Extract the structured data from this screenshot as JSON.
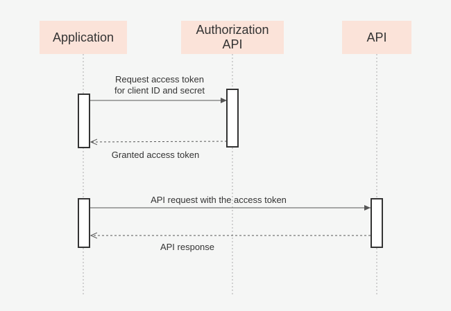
{
  "colors": {
    "background": "#f5f6f5",
    "actor_fill": "#fbe3d9",
    "line": "#555555",
    "lifeline": "#aaaaaa"
  },
  "actors": [
    {
      "id": "app",
      "label": "Application"
    },
    {
      "id": "auth",
      "label": "Authorization\nAPI"
    },
    {
      "id": "api",
      "label": "API"
    }
  ],
  "messages": [
    {
      "id": "m1",
      "from": "app",
      "to": "auth",
      "style": "solid",
      "label": "Request access token\nfor client ID and secret"
    },
    {
      "id": "m2",
      "from": "auth",
      "to": "app",
      "style": "dashed",
      "label": "Granted access token"
    },
    {
      "id": "m3",
      "from": "app",
      "to": "api",
      "style": "solid",
      "label": "API request with the access token"
    },
    {
      "id": "m4",
      "from": "api",
      "to": "app",
      "style": "dashed",
      "label": "API response"
    }
  ]
}
